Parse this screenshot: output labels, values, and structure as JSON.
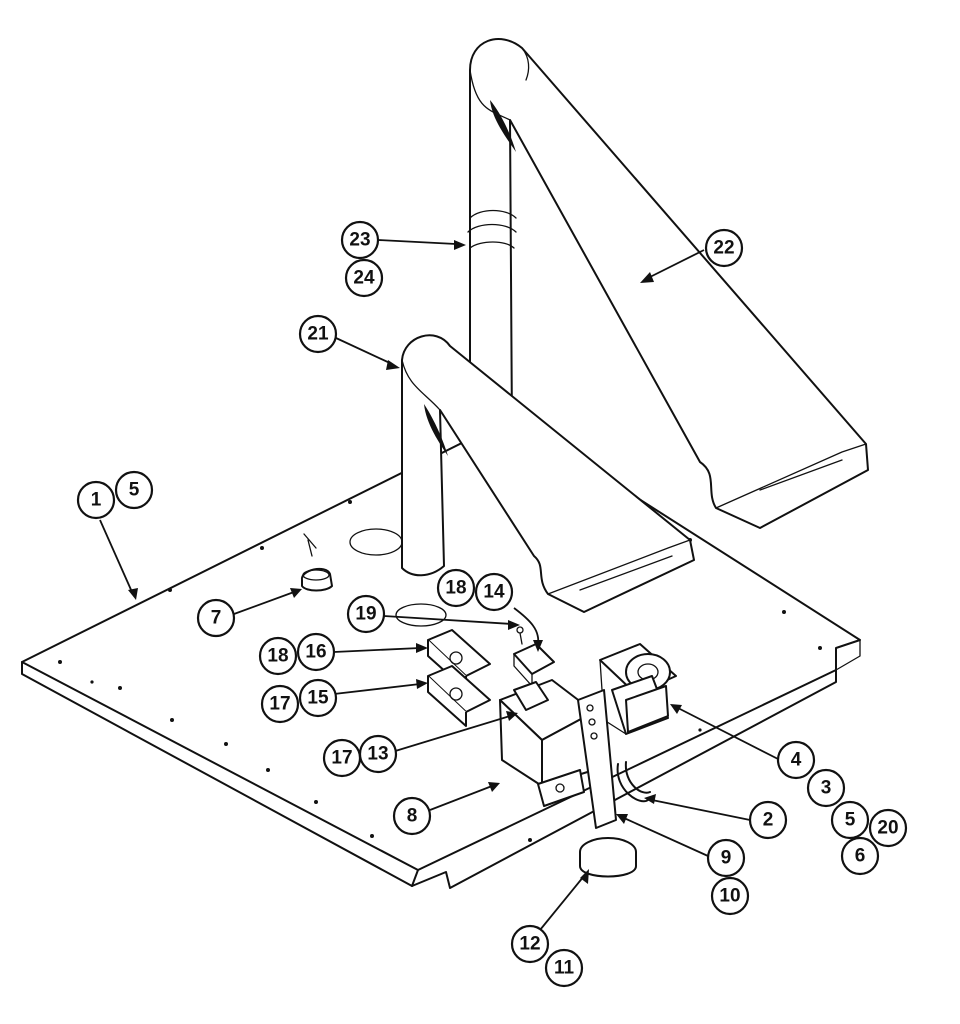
{
  "callouts": [
    {
      "id": "c1",
      "label": "1"
    },
    {
      "id": "c5a",
      "label": "5"
    },
    {
      "id": "c7",
      "label": "7"
    },
    {
      "id": "c18a",
      "label": "18"
    },
    {
      "id": "c14",
      "label": "14"
    },
    {
      "id": "c19",
      "label": "19"
    },
    {
      "id": "c18b",
      "label": "18"
    },
    {
      "id": "c16",
      "label": "16"
    },
    {
      "id": "c17a",
      "label": "17"
    },
    {
      "id": "c15",
      "label": "15"
    },
    {
      "id": "c17b",
      "label": "17"
    },
    {
      "id": "c13",
      "label": "13"
    },
    {
      "id": "c8",
      "label": "8"
    },
    {
      "id": "c21",
      "label": "21"
    },
    {
      "id": "c22",
      "label": "22"
    },
    {
      "id": "c23",
      "label": "23"
    },
    {
      "id": "c24",
      "label": "24"
    },
    {
      "id": "c4",
      "label": "4"
    },
    {
      "id": "c3",
      "label": "3"
    },
    {
      "id": "c5b",
      "label": "5"
    },
    {
      "id": "c20",
      "label": "20"
    },
    {
      "id": "c6",
      "label": "6"
    },
    {
      "id": "c2",
      "label": "2"
    },
    {
      "id": "c9",
      "label": "9"
    },
    {
      "id": "c10",
      "label": "10"
    },
    {
      "id": "c12",
      "label": "12"
    },
    {
      "id": "c11",
      "label": "11"
    }
  ]
}
